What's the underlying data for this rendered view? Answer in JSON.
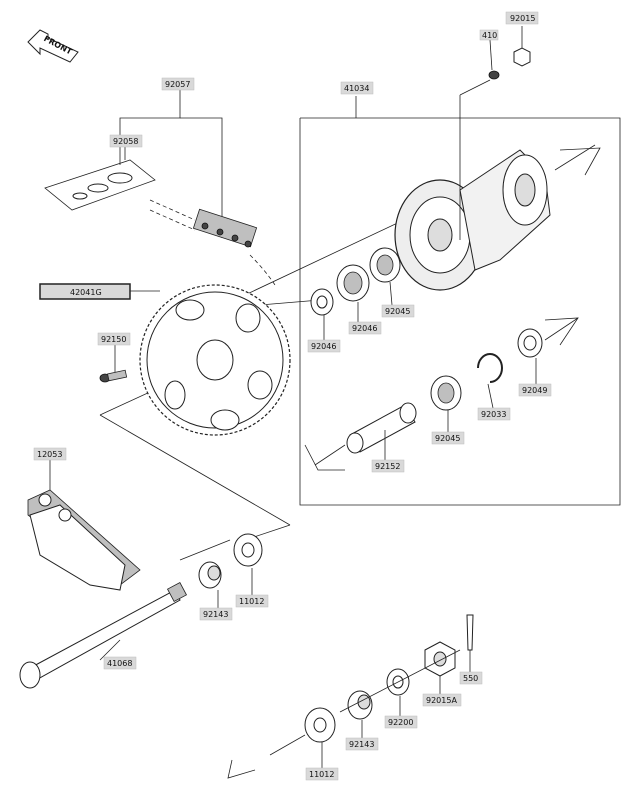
{
  "front_marker": "FRONT",
  "labels": {
    "p92015": "92015",
    "p410": "410",
    "p41034": "41034",
    "p92057": "92057",
    "p92058": "92058",
    "p42041G": "42041G",
    "p92150": "92150",
    "p92045a": "92045",
    "p92046a": "92046",
    "p92046b": "92046",
    "p92049": "92049",
    "p92033": "92033",
    "p92045b": "92045",
    "p92152": "92152",
    "p12053": "12053",
    "p92143a": "92143",
    "p11012a": "11012",
    "p41068": "41068",
    "p550": "550",
    "p92015A": "92015A",
    "p92200": "92200",
    "p92143b": "92143",
    "p11012b": "11012"
  }
}
